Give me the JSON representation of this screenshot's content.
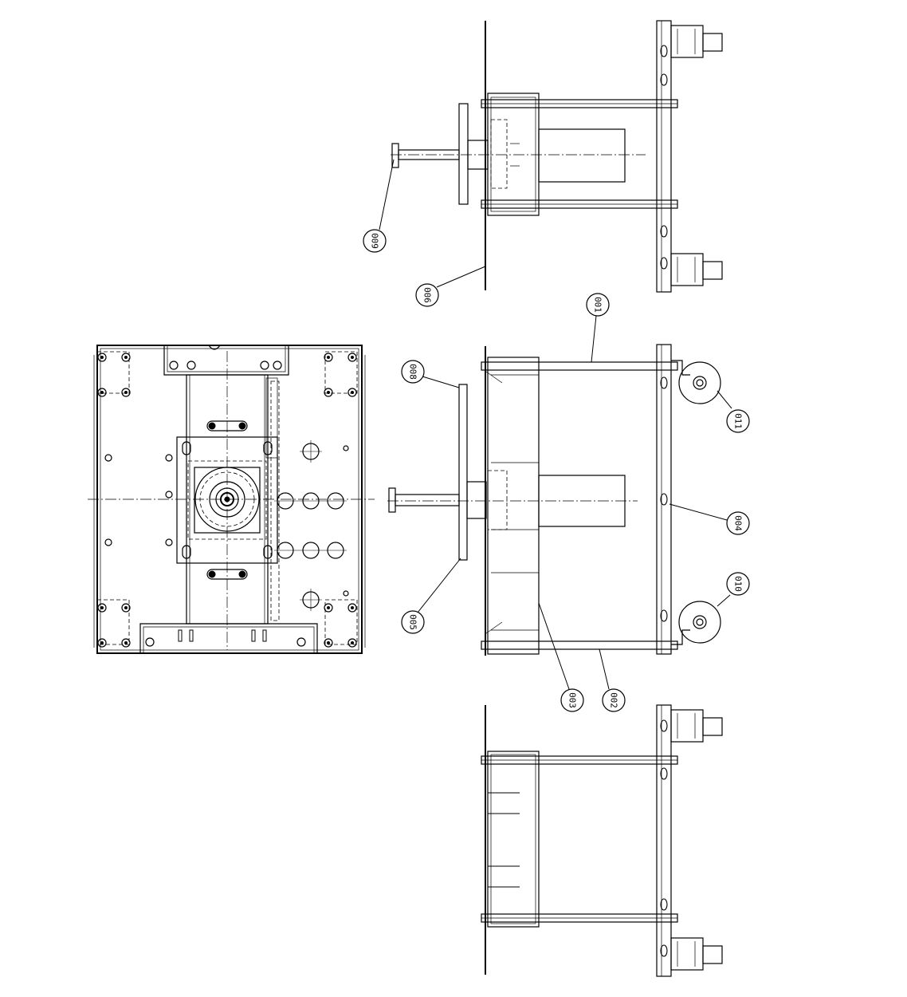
{
  "callouts": [
    {
      "id": "c001",
      "label": "001"
    },
    {
      "id": "c002",
      "label": "002"
    },
    {
      "id": "c003",
      "label": "003"
    },
    {
      "id": "c004",
      "label": "004"
    },
    {
      "id": "c005",
      "label": "005"
    },
    {
      "id": "c006",
      "label": "006"
    },
    {
      "id": "c008",
      "label": "008"
    },
    {
      "id": "c009",
      "label": "009"
    },
    {
      "id": "c010",
      "label": "010"
    },
    {
      "id": "c011",
      "label": "011"
    }
  ]
}
